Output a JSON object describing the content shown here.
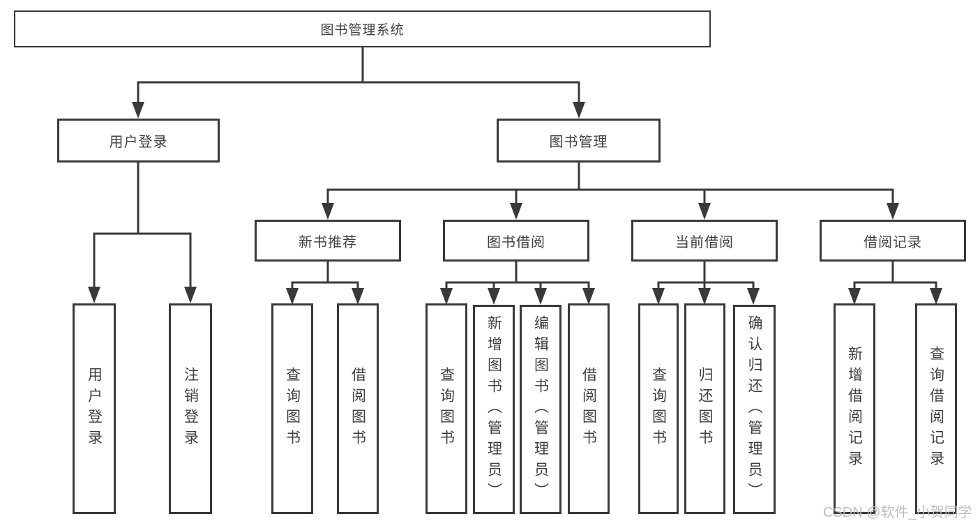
{
  "diagram": {
    "root": {
      "label": "图书管理系统"
    },
    "level2": [
      {
        "id": "user-login",
        "label": "用户登录",
        "children": [
          {
            "label": "用户登录"
          },
          {
            "label": "注销登录"
          }
        ]
      },
      {
        "id": "book-management",
        "label": "图书管理",
        "children": [
          {
            "id": "new-book-recommend",
            "label": "新书推荐",
            "children": [
              {
                "label": "查询图书"
              },
              {
                "label": "借阅图书"
              }
            ]
          },
          {
            "id": "book-borrowing",
            "label": "图书借阅",
            "children": [
              {
                "label": "查询图书"
              },
              {
                "label": "新增图书（管理员）"
              },
              {
                "label": "编辑图书（管理员）"
              },
              {
                "label": "借阅图书"
              }
            ]
          },
          {
            "id": "current-borrowing",
            "label": "当前借阅",
            "children": [
              {
                "label": "查询图书"
              },
              {
                "label": "归还图书"
              },
              {
                "label": "确认归还（管理员）"
              }
            ]
          },
          {
            "id": "borrow-records",
            "label": "借阅记录",
            "children": [
              {
                "label": "新增借阅记录"
              },
              {
                "label": "查询借阅记录"
              }
            ]
          }
        ]
      }
    ]
  },
  "watermark": "CSDN @软件_小贺同学",
  "colors": {
    "line": "#39393b",
    "text": "#3e3f44",
    "background": "#ffffff",
    "watermark": "#b9b9b9"
  }
}
